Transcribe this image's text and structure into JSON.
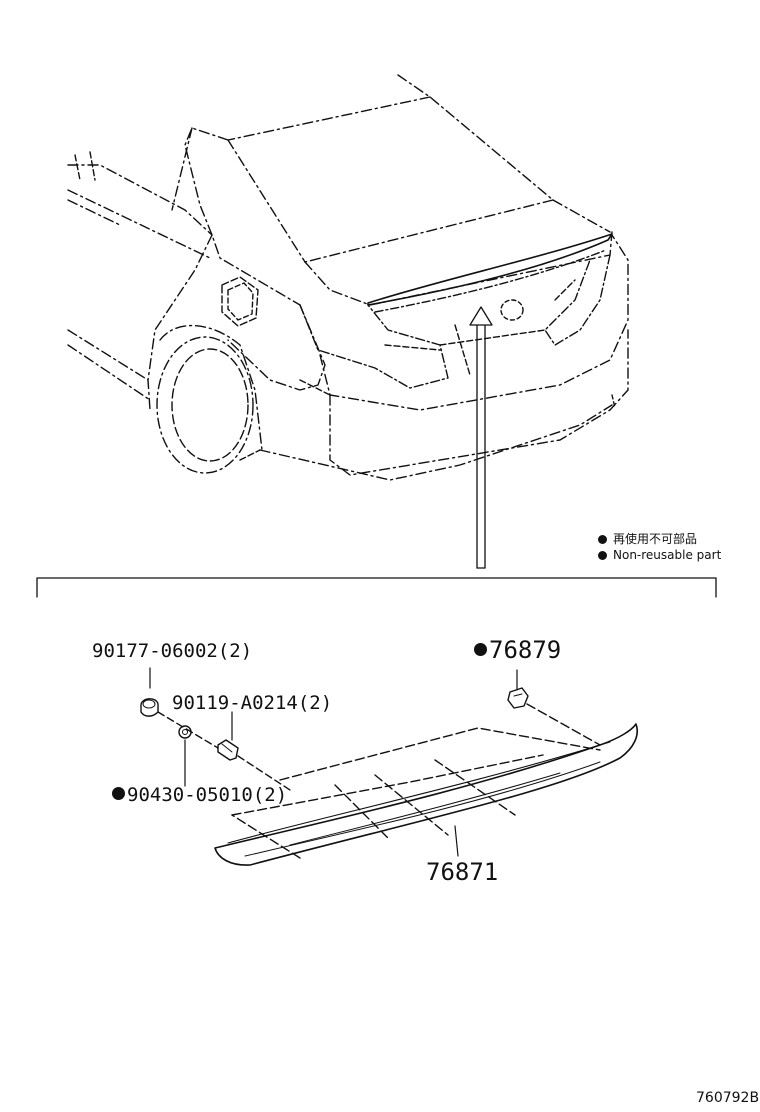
{
  "legend": {
    "jp_text": "再使用不可部品",
    "en_text": "Non-reusable part"
  },
  "parts": [
    {
      "id": "p1",
      "number": "90177-06002(2)",
      "non_reusable": false
    },
    {
      "id": "p2",
      "number": "90119-A0214(2)",
      "non_reusable": false
    },
    {
      "id": "p3",
      "number": "90430-05010(2)",
      "non_reusable": true
    },
    {
      "id": "p4",
      "number": "76879",
      "non_reusable": true
    },
    {
      "id": "p5",
      "number": "76871",
      "non_reusable": false
    }
  ],
  "figure_id": "760792B",
  "colors": {
    "ink": "#111111",
    "background": "#ffffff"
  }
}
